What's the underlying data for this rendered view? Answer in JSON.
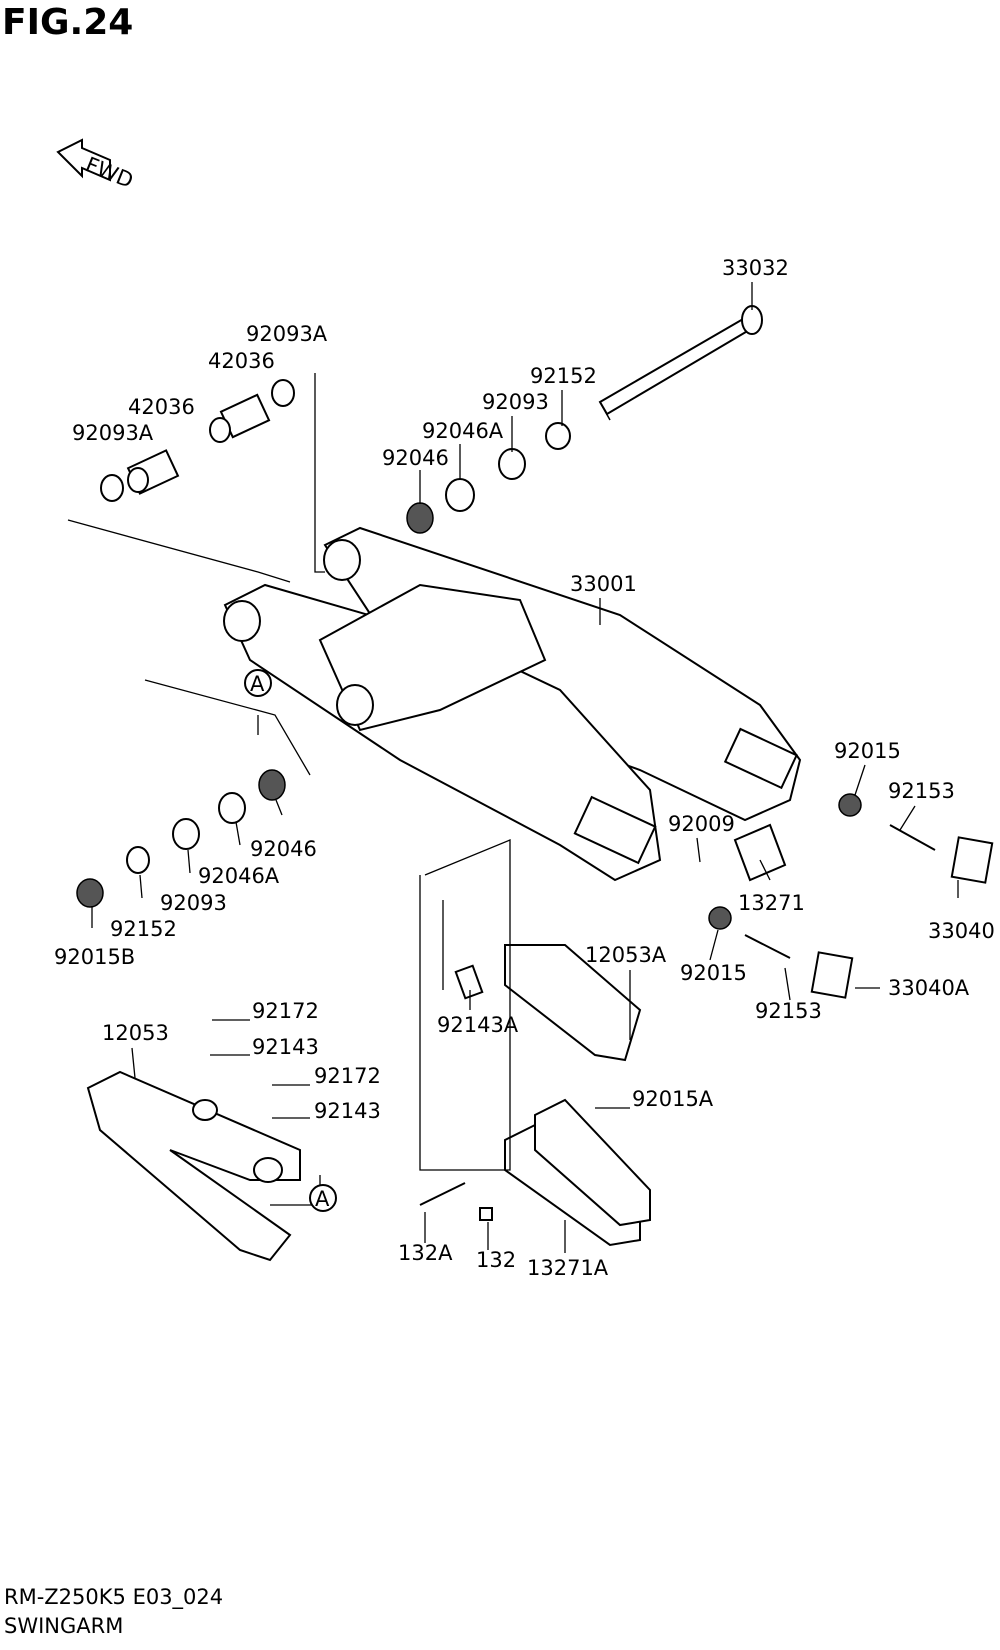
{
  "figure": {
    "number_label": "FIG.24"
  },
  "fwd_arrow": {
    "label": "FWD"
  },
  "callouts": [
    "33032",
    "92093A",
    "42036",
    "42036",
    "92093A",
    "92152",
    "92093",
    "92046A",
    "92046",
    "33001",
    "92015",
    "92153",
    "92009",
    "13271",
    "33040",
    "92015",
    "92153",
    "33040A",
    "12053A",
    "92143A",
    "92046",
    "92046A",
    "92093",
    "92152",
    "92015B",
    "12053",
    "92172",
    "92143",
    "92172",
    "92143",
    "92015A",
    "132A",
    "132",
    "13271A"
  ],
  "section_marks": [
    "A",
    "A"
  ],
  "footer": {
    "model_code": "RM-Z250K5 E03_024",
    "section_name": "SWINGARM"
  }
}
